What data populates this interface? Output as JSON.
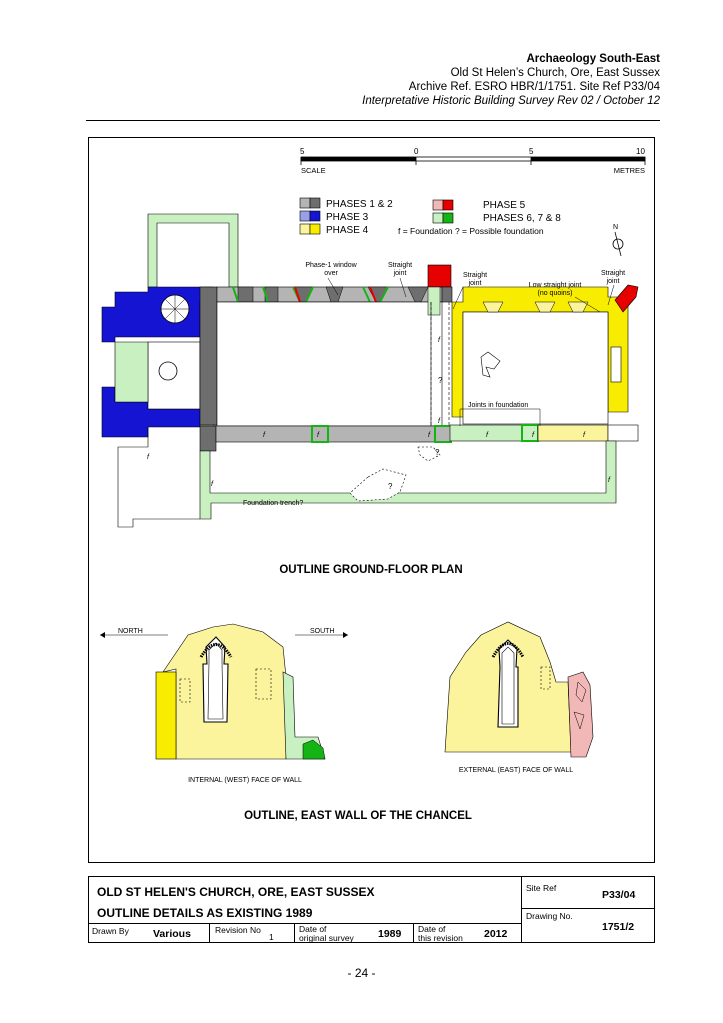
{
  "header": {
    "org": "Archaeology South-East",
    "site": "Old St Helen’s Church, Ore, East Sussex",
    "archive": "Archive Ref. ESRO HBR/1/1751.  Site Ref P33/04",
    "report": "Interpretative Historic Building Survey Rev 02 / October 12"
  },
  "scale": {
    "ticks": [
      "5",
      "0",
      "5",
      "10"
    ],
    "left_label": "SCALE",
    "right_label": "METRES"
  },
  "legend": {
    "phase12": "PHASES 1 & 2",
    "phase3": "PHASE 3",
    "phase4": "PHASE 4",
    "phase5": "PHASE 5",
    "phase678": "PHASES 6, 7 & 8",
    "foundation_note": "f = Foundation   ? = Possible foundation",
    "north": "N"
  },
  "colors": {
    "phase12_light": "#b4b4b4",
    "phase12_dark": "#6e6e6e",
    "phase3_light": "#9aa0e8",
    "phase3_dark": "#1414d2",
    "phase4_light": "#fbf49c",
    "phase4_dark": "#f8ec00",
    "phase5_light": "#f2b8b8",
    "phase5_dark": "#e60000",
    "phase678_light": "#c8f0c0",
    "phase678_dark": "#14b414"
  },
  "annotations": {
    "phase1_window": [
      "Phase-1 window",
      "over"
    ],
    "straight1": [
      "Straight",
      "joint"
    ],
    "straight2": [
      "Straight",
      "joint"
    ],
    "low_straight": [
      "Low straight joint",
      "(no quoins)"
    ],
    "straight3": [
      "Straight",
      "joint"
    ],
    "joints_foundation": "Joints in foundation",
    "foundation_trench": "Foundation trench?",
    "f": "f",
    "q": "?"
  },
  "plan_title": "OUTLINE GROUND-FLOOR PLAN",
  "elevations": {
    "north": "NORTH",
    "south": "SOUTH",
    "internal_caption": "INTERNAL (WEST) FACE OF WALL",
    "external_caption": "EXTERNAL (EAST) FACE OF WALL",
    "title": "OUTLINE, EAST WALL OF THE CHANCEL"
  },
  "titleblock": {
    "title1": "OLD ST HELEN'S CHURCH, ORE, EAST SUSSEX",
    "title2": "OUTLINE DETAILS AS EXISTING 1989",
    "site_ref_label": "Site Ref",
    "site_ref": "P33/04",
    "drawing_no_label": "Drawing No.",
    "drawing_no": "1751/2",
    "drawn_by_label": "Drawn By",
    "drawn_by": "Various",
    "revision_label": "Revision No",
    "revision": "1",
    "date_survey_label": [
      "Date of",
      "original survey"
    ],
    "date_survey": "1989",
    "date_revision_label": [
      "Date of",
      "this revision"
    ],
    "date_revision": "2012"
  },
  "page_number": "- 24 -"
}
